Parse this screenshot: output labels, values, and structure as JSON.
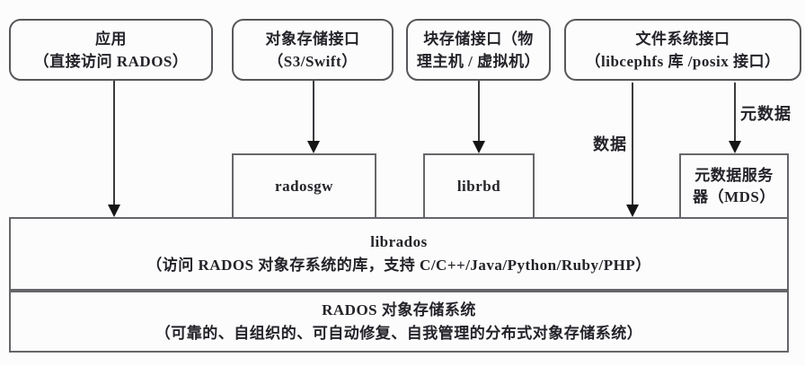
{
  "boxes": {
    "app": {
      "line1": "应用",
      "line2": "（直接访问 RADOS）"
    },
    "object": {
      "line1": "对象存储接口",
      "line2": "（S3/Swift）"
    },
    "block": {
      "line1": "块存储接口（物",
      "line2": "理主机 / 虚拟机）"
    },
    "file": {
      "line1": "文件系统接口",
      "line2": "（libcephfs 库 /posix 接口）"
    },
    "radosgw": {
      "line1": "radosgw"
    },
    "librbd": {
      "line1": "librbd"
    },
    "mds": {
      "line1": "元数据服务",
      "line2": "器（MDS）"
    },
    "librados": {
      "line1": "librados",
      "line2": "（访问 RADOS 对象存系统的库，支持 C/C++/Java/Python/Ruby/PHP）"
    },
    "rados": {
      "line1": "RADOS 对象存储系统",
      "line2": "（可靠的、自组织的、可自动修复、自我管理的分布式对象存储系统）"
    }
  },
  "edge_labels": {
    "data": "数据",
    "metadata": "元数据"
  },
  "colors": {
    "border": "#57575b",
    "text": "#232329",
    "arrow": "#151515",
    "background": "#fcfcfc"
  }
}
